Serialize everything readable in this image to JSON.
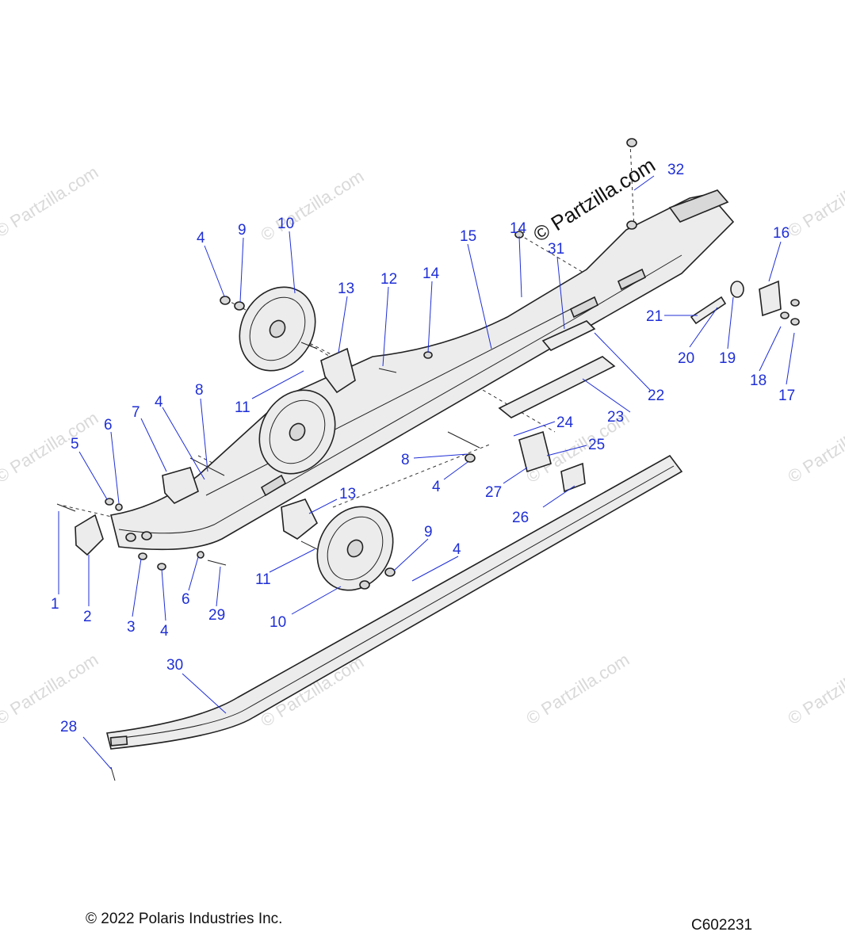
{
  "watermark": {
    "main": "© Partzilla.com",
    "faint": "© Partzilla.com"
  },
  "footer": {
    "copyright": "© 2022 Polaris Industries Inc.",
    "diagram_code": "C602231"
  },
  "callouts": [
    {
      "id": "c1",
      "text": "1"
    },
    {
      "id": "c2",
      "text": "2"
    },
    {
      "id": "c3",
      "text": "3"
    },
    {
      "id": "c4a",
      "text": "4"
    },
    {
      "id": "c4b",
      "text": "4"
    },
    {
      "id": "c4c",
      "text": "4"
    },
    {
      "id": "c4d",
      "text": "4"
    },
    {
      "id": "c4e",
      "text": "4"
    },
    {
      "id": "c5",
      "text": "5"
    },
    {
      "id": "c6a",
      "text": "6"
    },
    {
      "id": "c6b",
      "text": "6"
    },
    {
      "id": "c7",
      "text": "7"
    },
    {
      "id": "c8a",
      "text": "8"
    },
    {
      "id": "c8b",
      "text": "8"
    },
    {
      "id": "c9a",
      "text": "9"
    },
    {
      "id": "c9b",
      "text": "9"
    },
    {
      "id": "c10a",
      "text": "10"
    },
    {
      "id": "c10b",
      "text": "10"
    },
    {
      "id": "c11a",
      "text": "11"
    },
    {
      "id": "c11b",
      "text": "11"
    },
    {
      "id": "c12",
      "text": "12"
    },
    {
      "id": "c13a",
      "text": "13"
    },
    {
      "id": "c13b",
      "text": "13"
    },
    {
      "id": "c14a",
      "text": "14"
    },
    {
      "id": "c14b",
      "text": "14"
    },
    {
      "id": "c15",
      "text": "15"
    },
    {
      "id": "c16",
      "text": "16"
    },
    {
      "id": "c17",
      "text": "17"
    },
    {
      "id": "c18",
      "text": "18"
    },
    {
      "id": "c19",
      "text": "19"
    },
    {
      "id": "c20",
      "text": "20"
    },
    {
      "id": "c21",
      "text": "21"
    },
    {
      "id": "c22",
      "text": "22"
    },
    {
      "id": "c23",
      "text": "23"
    },
    {
      "id": "c24",
      "text": "24"
    },
    {
      "id": "c25",
      "text": "25"
    },
    {
      "id": "c26",
      "text": "26"
    },
    {
      "id": "c27",
      "text": "27"
    },
    {
      "id": "c28",
      "text": "28"
    },
    {
      "id": "c29",
      "text": "29"
    },
    {
      "id": "c30",
      "text": "30"
    },
    {
      "id": "c31",
      "text": "31"
    },
    {
      "id": "c32",
      "text": "32"
    }
  ]
}
